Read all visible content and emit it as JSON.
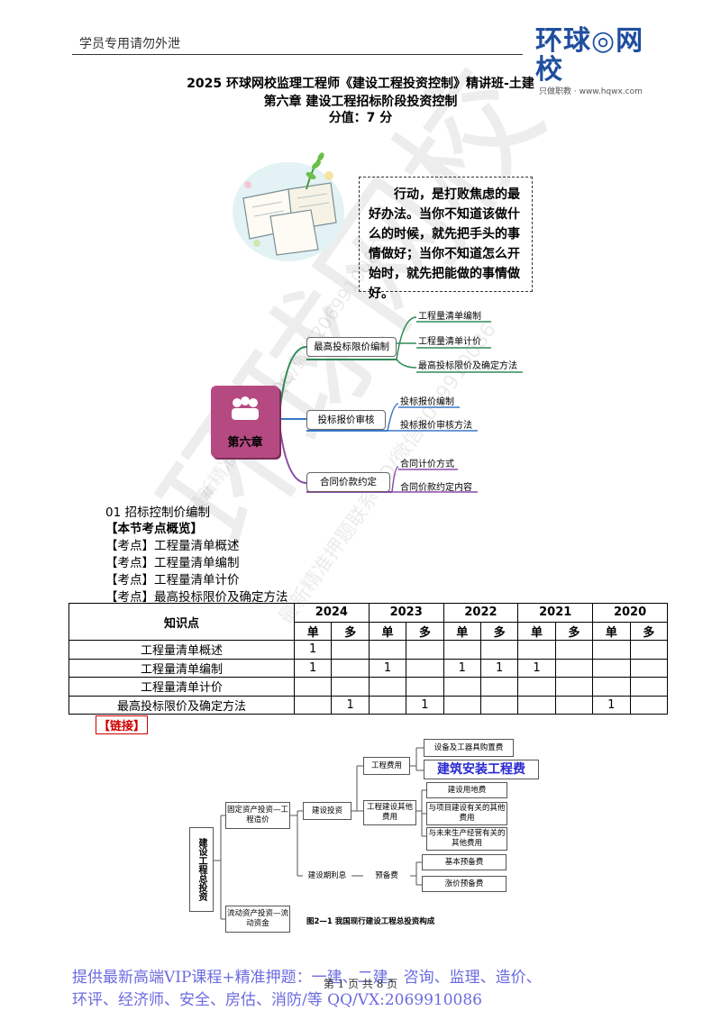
{
  "header": {
    "left_text": "学员专用请勿外泄",
    "logo_main": "环球◎网校",
    "logo_sub": "只做职教 · www.hqwx.com"
  },
  "titles": {
    "line1": "2025 环球网校监理工程师《建设工程投资控制》精讲班-土建",
    "line2": "第六章  建设工程招标阶段投资控制",
    "line3": "分值：7 分"
  },
  "quote": "行动，是打败焦虑的最好办法。当你不知道该做什么的时候，就先把手头的事情做好；当你不知道怎么开始时，就先把能做的事情做好。",
  "mindmap": {
    "root": "第六章",
    "branches": [
      {
        "label": "最高投标限价编制",
        "children": [
          "工程量清单编制",
          "工程量清单计价",
          "最高投标限价及确定方法"
        ]
      },
      {
        "label": "投标报价审核",
        "children": [
          "投标报价编制",
          "投标报价审核方法"
        ]
      },
      {
        "label": "合同价款约定",
        "children": [
          "合同计价方式",
          "合同价款约定内容"
        ]
      }
    ]
  },
  "section": {
    "heading": "01 招标控制价编制",
    "overview": "【本节考点概览】",
    "points": [
      "【考点】工程量清单概述",
      "【考点】工程量清单编制",
      "【考点】工程量清单计价",
      "【考点】最高投标限价及确定方法"
    ]
  },
  "table": {
    "col0": "知识点",
    "years": [
      "2024",
      "2023",
      "2022",
      "2021",
      "2020"
    ],
    "sub": [
      "单",
      "多"
    ],
    "rows": [
      {
        "name": "工程量清单概述",
        "cells": [
          "1",
          "",
          "",
          "",
          "",
          "",
          "",
          "",
          "",
          ""
        ]
      },
      {
        "name": "工程量清单编制",
        "cells": [
          "1",
          "",
          "1",
          "",
          "1",
          "1",
          "1",
          "",
          "",
          ""
        ]
      },
      {
        "name": "工程量清单计价",
        "cells": [
          "",
          "",
          "",
          "",
          "",
          "",
          "",
          "",
          "",
          ""
        ]
      },
      {
        "name": "最高投标限价及确定方法",
        "cells": [
          "",
          "1",
          "",
          "1",
          "",
          "",
          "",
          "",
          "1",
          ""
        ]
      }
    ]
  },
  "link_label": "【链接】",
  "diagram": {
    "root": "建设工程总投资",
    "fixed": "固定资产投资—工程造价",
    "current": "流动资产投资—流动资金",
    "build_invest": "建设投资",
    "interest": "建设期利息",
    "eng_cost": "工程费用",
    "other_cost": "工程建设其他费用",
    "reserve": "预备费",
    "equip": "设备及工器具购置费",
    "install": "建筑安装工程费",
    "land": "建设用地费",
    "proj_related": "与项目建设有关的其他费用",
    "future_ops": "与未来生产经营有关的其他费用",
    "basic_reserve": "基本预备费",
    "price_reserve": "涨价预备费",
    "caption": "图2—1   我国现行建设工程总投资构成"
  },
  "footer": {
    "line1": "提供最新高端VIP课程+精准押题：一建、二建、咨询、监理、造价、",
    "line2": "环评、经济师、安全、房估、消防/等    QQ/VX:2069910086",
    "page": "第 1 页 共 8 页"
  },
  "watermark": {
    "big": "环球网校",
    "small1": "最新精准押题联系QQ/微信2069910086",
    "small2": "最新精准押题联系QQ/微信2069910086"
  },
  "colors": {
    "root_node": "#b54a82",
    "branch1": "#2e8b57",
    "branch2": "#3a78c8",
    "branch3": "#8b4aa8",
    "brand": "#1f4e9e",
    "footer": "#6b6be0"
  }
}
